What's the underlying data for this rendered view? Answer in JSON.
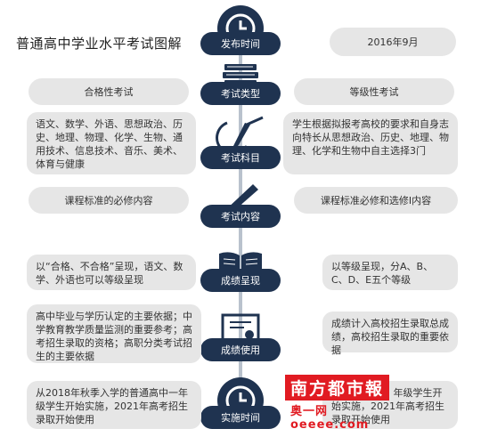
{
  "title": "普通高中学业水平考试图解",
  "colors": {
    "node": "#1f3350",
    "box": "#e6e6e6",
    "spine": "#b9c2cd",
    "watermark": "#e11b22"
  },
  "nodes": {
    "release": "发布时间",
    "exam_type": "考试类型",
    "subjects": "考试科目",
    "content": "考试内容",
    "results": "成绩呈现",
    "usage": "成绩使用",
    "implement": "实施时间"
  },
  "release_date": "2016年9月",
  "left": {
    "type": "合格性考试",
    "subjects": "语文、数学、外语、思想政治、历史、地理、物理、化学、生物、通用技术、信息技术、音乐、美术、体育与健康",
    "content": "课程标准的必修内容",
    "results": "以“合格、不合格”呈现，语文、数学、外语也可以等级呈现",
    "usage": "高中毕业与学历认定的主要依据；中学教育教学质量监测的重要参考；高考招生录取的资格；高职分类考试招生的主要依据",
    "implement": "从2018年秋季入学的普通高中一年级学生开始实施，2021年高考招生录取开始使用"
  },
  "right": {
    "type": "等级性考试",
    "subjects": "学生根据拟报考高校的要求和自身志向特长从思想政治、历史、地理、物理、化学和生物中自主选择3门",
    "content": "课程标准必修和选修Ⅰ内容",
    "results": "以等级呈现，分A、B、C、D、E五个等级",
    "usage": "成绩计入高校招生录取总成绩，高校招生录取的重要依据",
    "implement": "学的普通高中 年级学生开始实施，2021年高考招生录取开始使用"
  },
  "watermark": {
    "top": "南方都市報",
    "bottom": "奥一网 oeeee.com"
  },
  "icons": [
    "clock-icon",
    "books-icon",
    "compass-icon",
    "pencil-icon",
    "open-book-icon",
    "certificate-icon",
    "clock-icon"
  ]
}
